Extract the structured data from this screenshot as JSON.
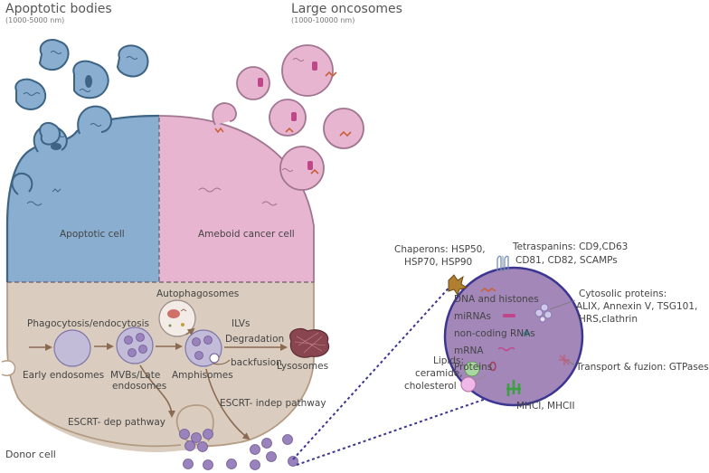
{
  "titles": {
    "apoptotic_bodies": "Apoptotic bodies",
    "apoptotic_bodies_size": "(1000-5000 nm)",
    "large_oncosomes": "Large oncosomes",
    "large_oncosomes_size": "(1000-10000 nm)"
  },
  "cells": {
    "apoptotic_cell": "Apoptotic cell",
    "ameboid_cancer_cell": "Ameboid cancer cell",
    "donor_cell": "Donor cell"
  },
  "pathway": {
    "autophagosomes": "Autophagosomes",
    "phagocytosis": "Phagocytosis/endocytosis",
    "ilvs": "ILVs",
    "degradation": "Degradation",
    "early_endosomes": "Early endosomes",
    "mvbs_line1": "MVBs/Late",
    "mvbs_line2": "endosomes",
    "amphisomes": "Amphisomes",
    "backfusion": "backfusion",
    "lysosomes": "Lysosomes",
    "escrt_indep": "ESCRT- indep pathway",
    "escrt_dep": "ESCRT- dep pathway"
  },
  "exosome": {
    "chaperons_line1": "Chaperons: HSP50,",
    "chaperons_line2": "HSP70, HSP90",
    "tetraspanins_line1": "Tetraspanins: CD9,CD63",
    "tetraspanins_line2": "CD81, CD82, SCAMPs",
    "cytosolic_line1": "Cytosolic proteins:",
    "cytosolic_line2": "ALIX, Annexin V, TSG101,",
    "cytosolic_line3": "HRS,clathrin",
    "dna": "DNA and histones",
    "mirnas": "miRNAs",
    "ncrnas": "non-coding RNAs",
    "mrna": "mRNA",
    "proteins": "Proteins",
    "transport": "Transport & fuzion: GTPases",
    "lipids_line1": "Lipids:",
    "lipids_line2": "ceramide,",
    "lipids_line3": "cholesterol",
    "mhc": "MHCI, MHCII"
  },
  "colors": {
    "apoptotic_fill": "#8aaed0",
    "apoptotic_stroke": "#3d6385",
    "cancer_fill": "#e8b5d1",
    "cancer_stroke": "#a07590",
    "donor_fill": "#dacdbf",
    "donor_stroke": "#b49c84",
    "exosome_fill": "#a287b8",
    "exosome_stroke": "#3c3591",
    "vesicle_fill": "#9a82bc",
    "lysosome_fill": "#8a4650",
    "arrow": "#8a6a50",
    "dotted": "#3c3591"
  }
}
